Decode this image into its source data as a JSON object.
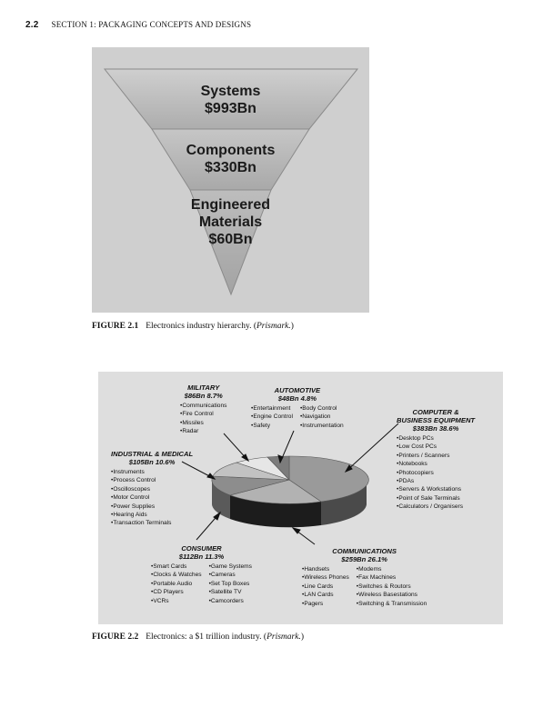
{
  "header": {
    "page_number": "2.2",
    "section_title": "SECTION 1: PACKAGING CONCEPTS AND DESIGNS"
  },
  "figure1": {
    "tiers": [
      {
        "lines": [
          "Systems",
          "$993Bn"
        ]
      },
      {
        "lines": [
          "Components",
          "$330Bn"
        ]
      },
      {
        "lines": [
          "Engineered",
          "Materials",
          "$60Bn"
        ]
      }
    ],
    "caption": {
      "label": "FIGURE 2.1",
      "text": "Electronics industry hierarchy. (",
      "source": "Prismark.",
      "end": ")"
    }
  },
  "figure2": {
    "segments": {
      "military": {
        "name": "MILITARY",
        "value": "$86Bn 8.7%",
        "cols": [
          [
            "Communications",
            "Fire Control",
            "Missiles",
            "Radar"
          ]
        ]
      },
      "automotive": {
        "name": "AUTOMOTIVE",
        "value": "$48Bn 4.8%",
        "cols": [
          [
            "Entertainment",
            "Engine Control",
            "Safety"
          ],
          [
            "Body Control",
            "Navigation",
            "Instrumentation"
          ]
        ]
      },
      "computer": {
        "name": "COMPUTER &",
        "name2": "BUSINESS EQUIPMENT",
        "value": "$383Bn 38.6%",
        "cols": [
          [
            "Desktop PCs",
            "Low Cost PCs",
            "Printers / Scanners",
            "Notebooks",
            "Photocopiers",
            "PDAs",
            "Servers & Workstations",
            "Point of Sale Terminals",
            "Calculators / Organisers"
          ]
        ]
      },
      "industrial": {
        "name": "INDUSTRIAL & MEDICAL",
        "value": "$105Bn 10.6%",
        "cols": [
          [
            "Instruments",
            "Process Control",
            "Oscilloscopes",
            "Motor Control",
            "Power Supplies",
            "Hearing Aids",
            "Transaction Terminals"
          ]
        ]
      },
      "consumer": {
        "name": "CONSUMER",
        "value": "$112Bn 11.3%",
        "cols": [
          [
            "Smart Cards",
            "Clocks & Watches",
            "Portable Audio",
            "CD Players",
            "VCRs"
          ],
          [
            "Game Systems",
            "Cameras",
            "Set Top Boxes",
            "Satellite TV",
            "Camcorders"
          ]
        ]
      },
      "communications": {
        "name": "COMMUNICATIONS",
        "value": "$259Bn 26.1%",
        "cols": [
          [
            "Handsets",
            "Wireless Phones",
            "Line Cards",
            "LAN Cards",
            "Pagers"
          ],
          [
            "Modems",
            "Fax Machines",
            "Switches & Routors",
            "Wireless Basestations",
            "Switching & Transmission"
          ]
        ]
      }
    },
    "caption": {
      "label": "FIGURE 2.2",
      "text": "Electronics: a $1 trillion industry. (",
      "source": "Prismark.",
      "end": ")"
    }
  }
}
